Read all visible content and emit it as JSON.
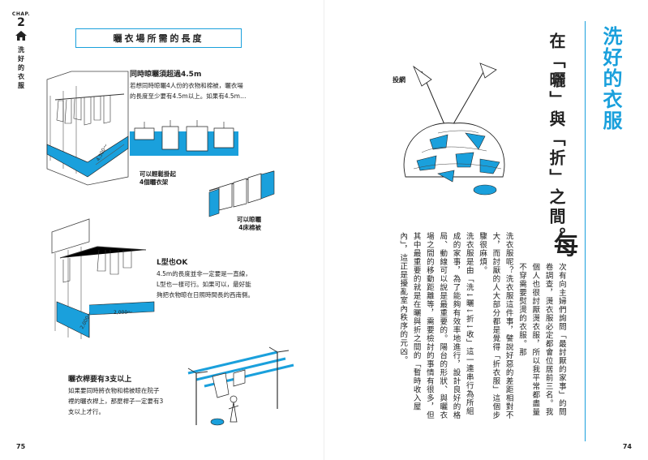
{
  "chapter": {
    "label": "CHAP.",
    "number": "2",
    "title": "洗好的衣服"
  },
  "left": {
    "box_title": "曬衣場所需的長度",
    "note1": {
      "title": "同時晾曬須超過4.5m",
      "lines": [
        "若想同時晾曬4人份的衣物和棉被，曬衣場",
        "的長度至少要有4.5m以上。如果有4.5m…"
      ]
    },
    "caption_hangers": [
      "可以輕鬆掛起",
      "4個曬衣架"
    ],
    "caption_futons": [
      "可以晾曬",
      "4床棉被"
    ],
    "dim_45": "4,500～",
    "note2": {
      "title": "L型也OK",
      "lines": [
        "4.5m的長度並非一定要是一直線，",
        "L型也一樣可行。如果可以，最好能",
        "夠把衣物晾在日照時間長的西南側。"
      ]
    },
    "dim_2000a": "2,000～",
    "dim_2000b": "2,000～",
    "note3": {
      "title": "曬衣桿要有3支以上",
      "lines": [
        "如果要同時將衣物和棉被晾在院子",
        "裡的曬衣桿上，那麼桿子一定要有3",
        "支以上才行。"
      ]
    },
    "page_number": "75"
  },
  "right": {
    "sidebar_title": "洗好的衣服",
    "headline": "在「曬」與「折」之間。",
    "illustration_label": "投網",
    "dropcap": "每",
    "paragraphs": [
      "次有向主婦們詢問「最討厭的家事」的問卷調查，燙衣服必定都會位居前三名。我個人也很討厭燙衣服，所以我平常都盡量不穿需要熨燙的衣服。那",
      "洗衣服呢？洗衣服這件事，譬說好惡的差距相對不大，而討厭的人大部分都是覺得「折衣服」這個步驟很麻煩。",
      "洗衣服是由「洗↓曬↓折↓收」這一連串行為所組成的家事，為了能夠有效率地進行，設計良好的格局、動線可以說是最重要的。陽台的形狀、與曬衣場之間的移動距離等，需要檢討的事情有很多，但其中最重要的就是在曬與折之間的「暫時收入屋內」，這正是擾亂室內秩序的元凶。"
    ],
    "page_number": "74"
  },
  "colors": {
    "accent": "#1aa0dc",
    "ink": "#222222"
  }
}
